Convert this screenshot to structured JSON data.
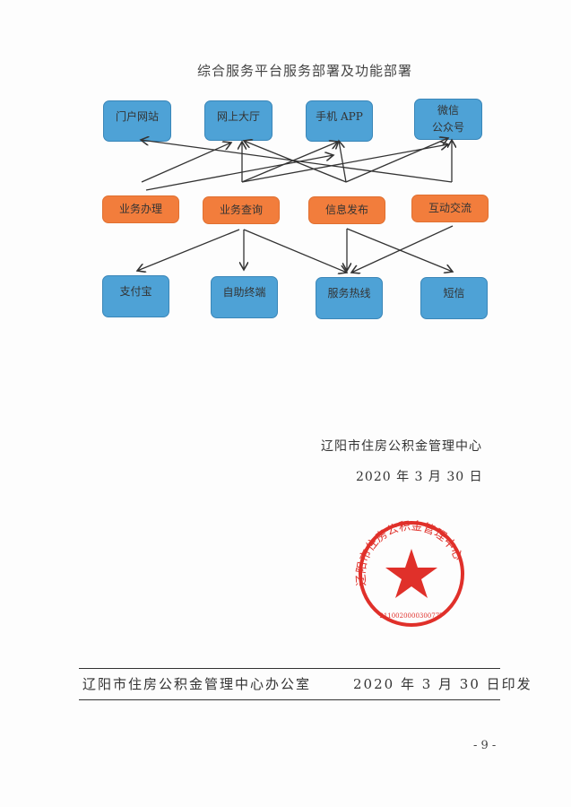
{
  "title": "综合服务平台服务部署及功能部署",
  "channels": [
    "门户网站",
    "网上大厅",
    "手机 APP",
    "微信\n公众号"
  ],
  "functions": [
    "业务办理",
    "业务查询",
    "信息发布",
    "互动交流"
  ],
  "terminals": [
    "支付宝",
    "自助终端",
    "服务热线",
    "短信"
  ],
  "signature": {
    "org": "辽阳市住房公积金管理中心",
    "date": "2020 年 3 月 30 日"
  },
  "seal": {
    "text": "辽阳市住房公积金管理中心",
    "code": "2110020000300777"
  },
  "footer": {
    "issuer": "辽阳市住房公积金管理中心办公室",
    "date": "2020 年 3 月 30 日印发"
  },
  "page_number": "- 9 -",
  "colors": {
    "channel": "#4ea2d6",
    "function": "#f27d3c",
    "seal": "#e0302a"
  }
}
